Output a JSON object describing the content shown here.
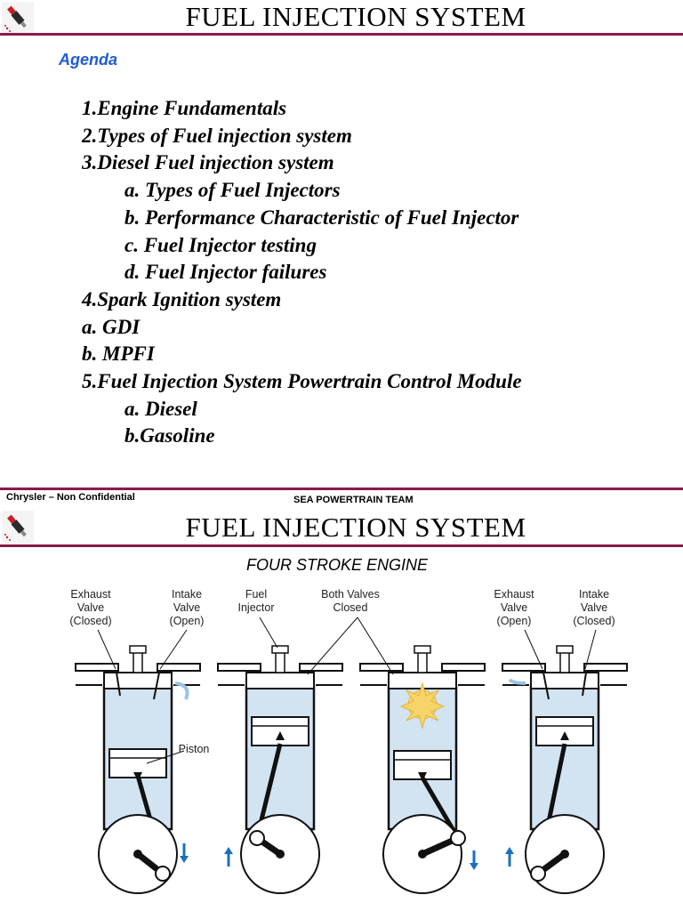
{
  "slide1": {
    "title": "FUEL INJECTION SYSTEM",
    "agenda_heading": "Agenda",
    "items": [
      {
        "text": "1.Engine Fundamentals",
        "indent": false
      },
      {
        "text": "2.Types of Fuel injection system",
        "indent": false
      },
      {
        "text": "3.Diesel Fuel injection system",
        "indent": false
      },
      {
        "text": "a.  Types of Fuel Injectors",
        "indent": true
      },
      {
        "text": "b.  Performance Characteristic of Fuel Injector",
        "indent": true
      },
      {
        "text": "c.  Fuel Injector testing",
        "indent": true
      },
      {
        "text": "d.  Fuel Injector failures",
        "indent": true
      },
      {
        "text": "4.Spark Ignition system",
        "indent": false
      },
      {
        "text": "a. GDI",
        "indent": false
      },
      {
        "text": "b. MPFI",
        "indent": false
      },
      {
        "text": "5.Fuel Injection System Powertrain Control Module",
        "indent": false
      },
      {
        "text": "a. Diesel",
        "indent": true
      },
      {
        "text": "b.Gasoline",
        "indent": true
      }
    ],
    "footer_left": "Chrysler – Non Confidential",
    "footer_center": "SEA POWERTRAIN TEAM"
  },
  "slide2": {
    "title": "FUEL INJECTION SYSTEM",
    "subtitle": "FOUR STROKE ENGINE",
    "diagram": {
      "label_exhaust_1": "Exhaust",
      "label_valve_1": "Valve",
      "label_closed_1": "(Closed)",
      "label_intake_1": "Intake",
      "label_valve_2": "Valve",
      "label_open_1": "(Open)",
      "label_fuel": "Fuel",
      "label_injector": "Injector",
      "label_both": "Both Valves",
      "label_closed_2": "Closed",
      "label_exhaust_2": "Exhaust",
      "label_valve_3": "Valve",
      "label_open_2": "(Open)",
      "label_intake_2": "Intake",
      "label_valve_4": "Valve",
      "label_closed_3": "(Closed)",
      "label_piston": "Piston"
    }
  },
  "colors": {
    "rule": "#8b1a4a",
    "agenda_heading": "#1f5bd6",
    "cylinder_fill": "#d2e3f1",
    "arrow_blue": "#1a6fc0",
    "spark": "#f7d46a"
  },
  "icons": [
    "fuel-injector-logo-icon"
  ]
}
